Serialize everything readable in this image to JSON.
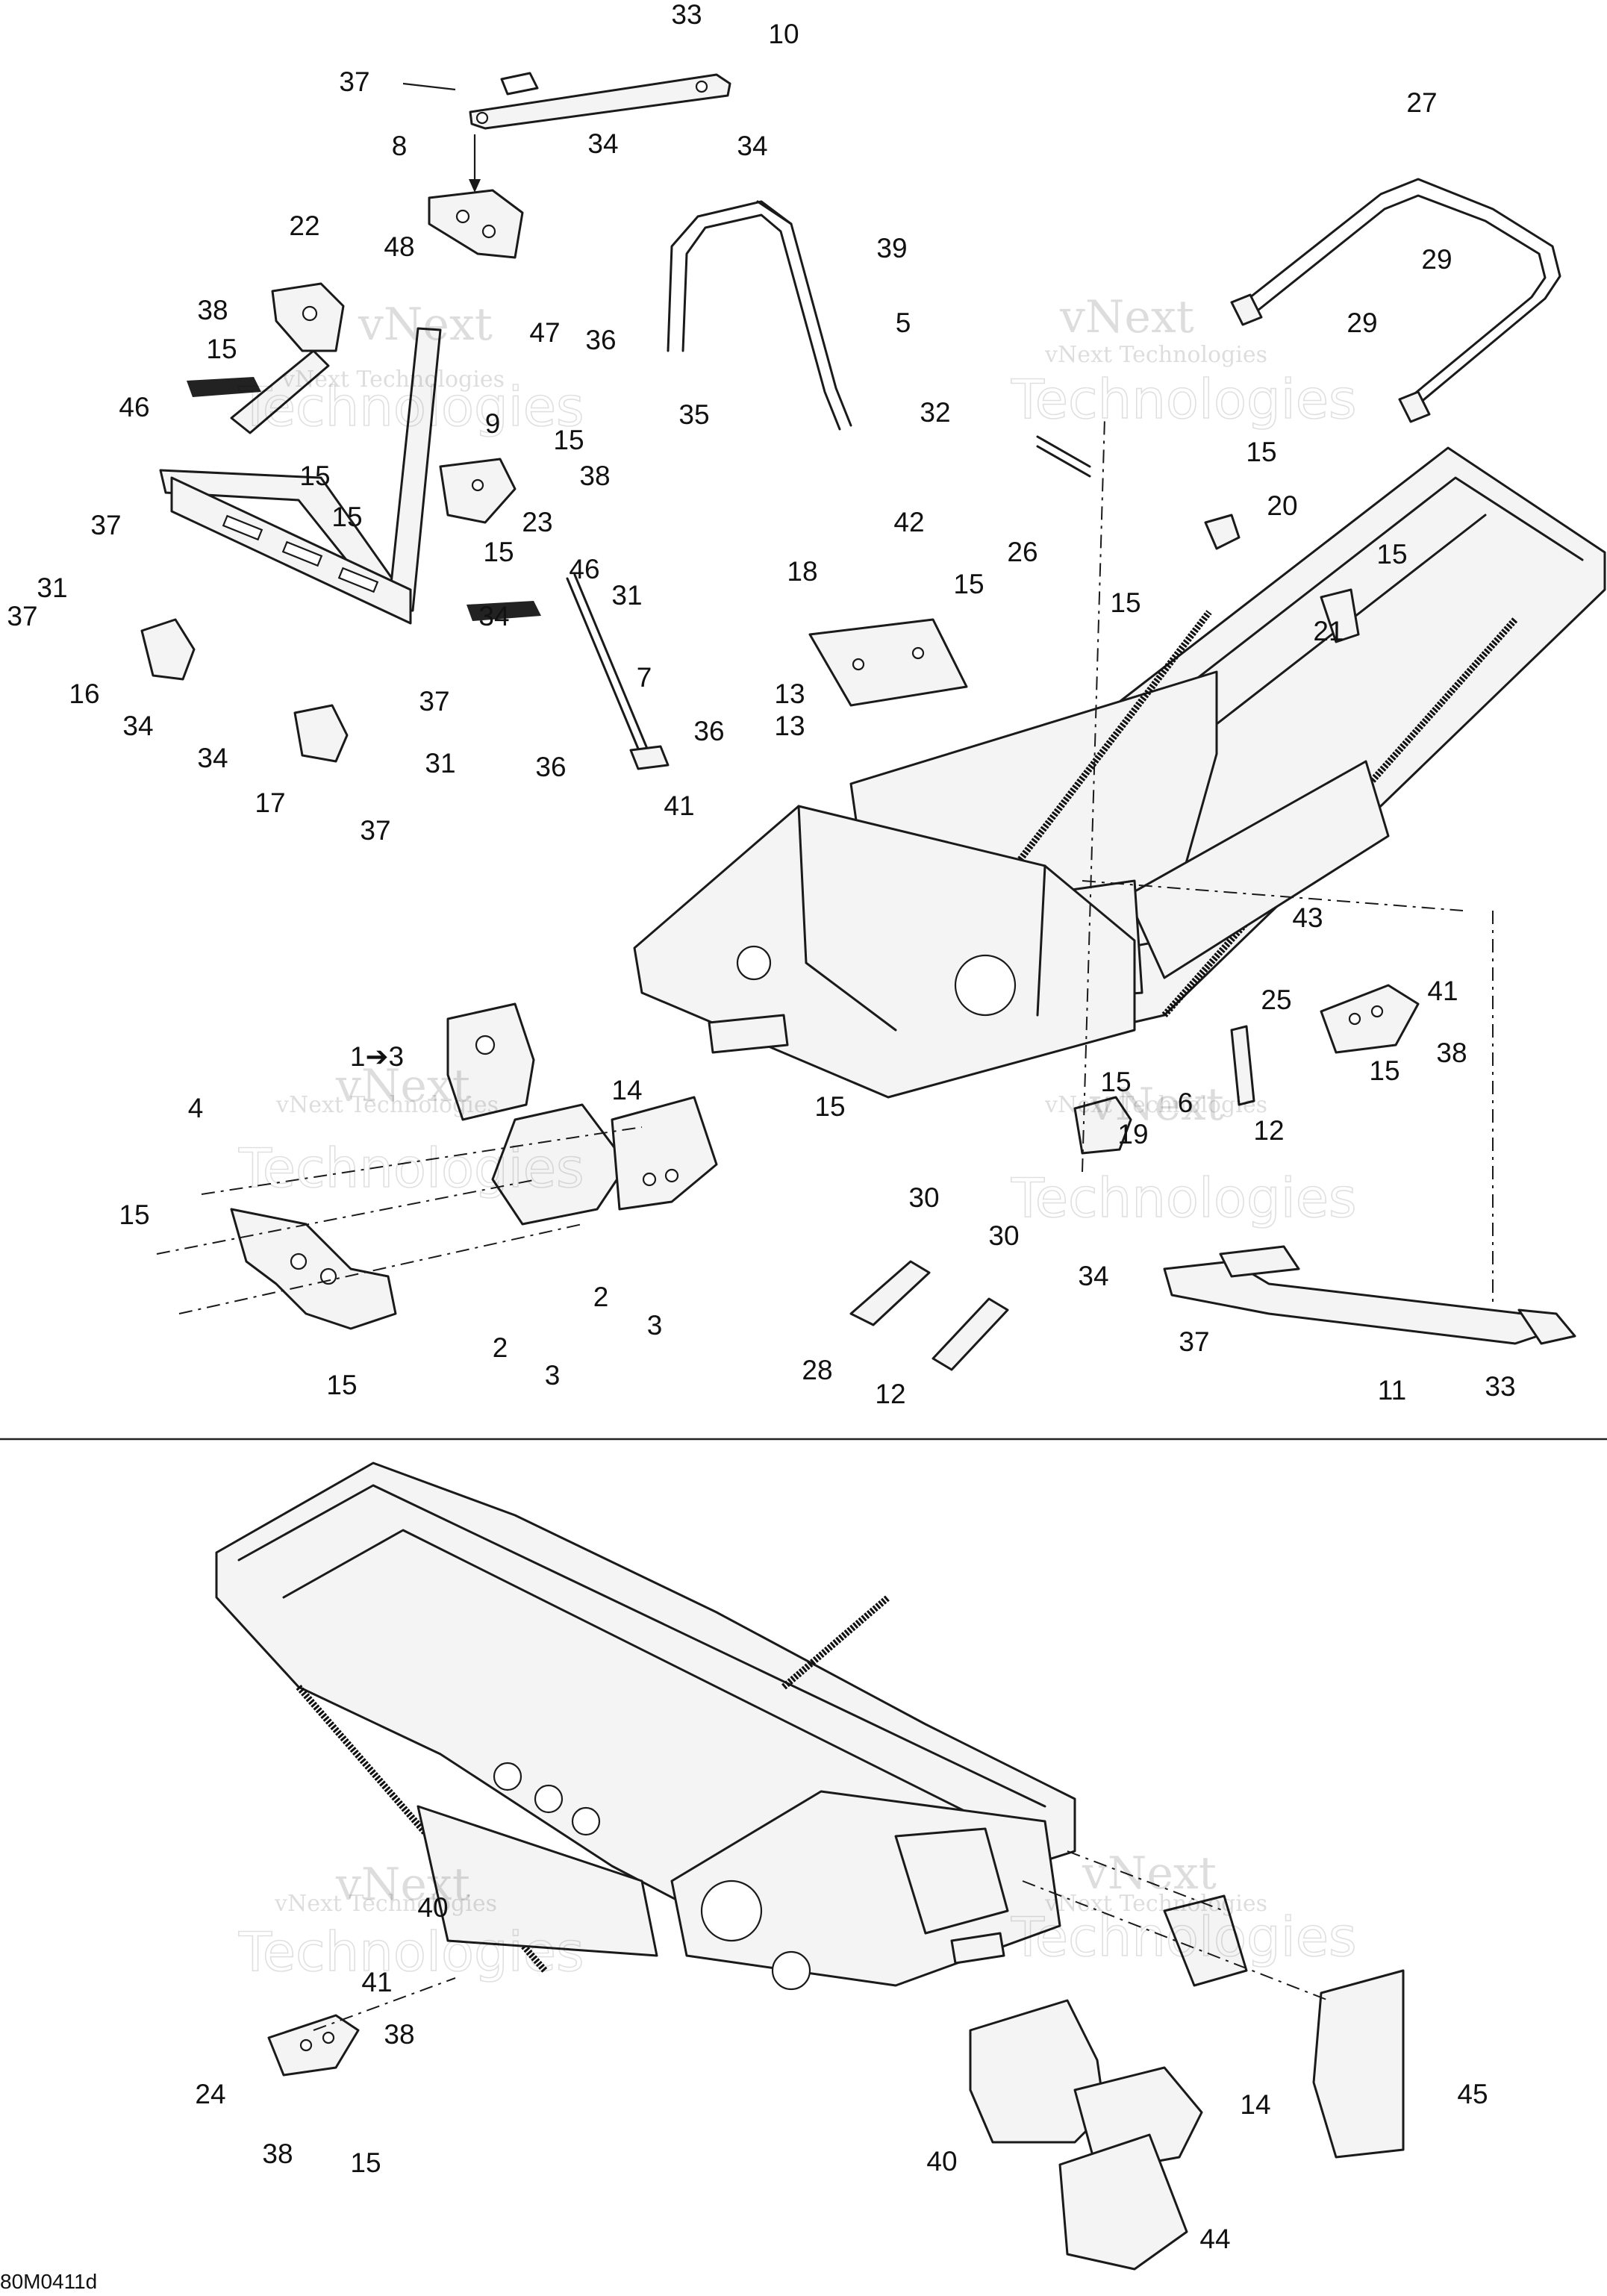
{
  "diagram": {
    "drawing_code": "80M0411d",
    "watermark": {
      "line1": "vNext",
      "line2": "vNext Technologies",
      "line3": "Technologies"
    },
    "callouts": [
      {
        "id": "c33a",
        "label": "33"
      },
      {
        "id": "c10",
        "label": "10"
      },
      {
        "id": "c37a",
        "label": "37"
      },
      {
        "id": "c34a",
        "label": "34"
      },
      {
        "id": "c8",
        "label": "8"
      },
      {
        "id": "c22",
        "label": "22"
      },
      {
        "id": "c48",
        "label": "48"
      },
      {
        "id": "c38a",
        "label": "38"
      },
      {
        "id": "c15a",
        "label": "15"
      },
      {
        "id": "c47",
        "label": "47"
      },
      {
        "id": "c46a",
        "label": "46"
      },
      {
        "id": "c9",
        "label": "9"
      },
      {
        "id": "c15b",
        "label": "15"
      },
      {
        "id": "c15c",
        "label": "15"
      },
      {
        "id": "c38b",
        "label": "38"
      },
      {
        "id": "c15d",
        "label": "15"
      },
      {
        "id": "c23",
        "label": "23"
      },
      {
        "id": "c15e",
        "label": "15"
      },
      {
        "id": "c37b",
        "label": "37"
      },
      {
        "id": "c31a",
        "label": "31"
      },
      {
        "id": "c46b",
        "label": "46"
      },
      {
        "id": "c37c",
        "label": "37"
      },
      {
        "id": "c16",
        "label": "16"
      },
      {
        "id": "c34b",
        "label": "34"
      },
      {
        "id": "c31b",
        "label": "31"
      },
      {
        "id": "c34c",
        "label": "34"
      },
      {
        "id": "c7",
        "label": "7"
      },
      {
        "id": "c37d",
        "label": "37"
      },
      {
        "id": "c36a",
        "label": "36"
      },
      {
        "id": "c34d",
        "label": "34"
      },
      {
        "id": "c31c",
        "label": "31"
      },
      {
        "id": "c36b",
        "label": "36"
      },
      {
        "id": "c17",
        "label": "17"
      },
      {
        "id": "c41a",
        "label": "41"
      },
      {
        "id": "c37e",
        "label": "37"
      },
      {
        "id": "c34e",
        "label": "34"
      },
      {
        "id": "c39",
        "label": "39"
      },
      {
        "id": "c5",
        "label": "5"
      },
      {
        "id": "c36c",
        "label": "36"
      },
      {
        "id": "c32",
        "label": "32"
      },
      {
        "id": "c35",
        "label": "35"
      },
      {
        "id": "c27",
        "label": "27"
      },
      {
        "id": "c29a",
        "label": "29"
      },
      {
        "id": "c29b",
        "label": "29"
      },
      {
        "id": "c15f",
        "label": "15"
      },
      {
        "id": "c20",
        "label": "20"
      },
      {
        "id": "c42",
        "label": "42"
      },
      {
        "id": "c26",
        "label": "26"
      },
      {
        "id": "c15g",
        "label": "15"
      },
      {
        "id": "c15h",
        "label": "15"
      },
      {
        "id": "c15i",
        "label": "15"
      },
      {
        "id": "c18",
        "label": "18"
      },
      {
        "id": "c21",
        "label": "21"
      },
      {
        "id": "c13a",
        "label": "13"
      },
      {
        "id": "c13b",
        "label": "13"
      },
      {
        "id": "c43",
        "label": "43"
      },
      {
        "id": "c41b",
        "label": "41"
      },
      {
        "id": "c25",
        "label": "25"
      },
      {
        "id": "c38c",
        "label": "38"
      },
      {
        "id": "c15j",
        "label": "15"
      },
      {
        "id": "c1to3",
        "label": "1➔3"
      },
      {
        "id": "c4",
        "label": "4"
      },
      {
        "id": "c14a",
        "label": "14"
      },
      {
        "id": "c15k",
        "label": "15"
      },
      {
        "id": "c15l",
        "label": "15"
      },
      {
        "id": "c15m",
        "label": "15"
      },
      {
        "id": "c6",
        "label": "6"
      },
      {
        "id": "c19",
        "label": "19"
      },
      {
        "id": "c12a",
        "label": "12"
      },
      {
        "id": "c30a",
        "label": "30"
      },
      {
        "id": "c30b",
        "label": "30"
      },
      {
        "id": "c2a",
        "label": "2"
      },
      {
        "id": "c2b",
        "label": "2"
      },
      {
        "id": "c3a",
        "label": "3"
      },
      {
        "id": "c3b",
        "label": "3"
      },
      {
        "id": "c15n",
        "label": "15"
      },
      {
        "id": "c28",
        "label": "28"
      },
      {
        "id": "c12b",
        "label": "12"
      },
      {
        "id": "c34f",
        "label": "34"
      },
      {
        "id": "c37f",
        "label": "37"
      },
      {
        "id": "c11",
        "label": "11"
      },
      {
        "id": "c33b",
        "label": "33"
      },
      {
        "id": "c41c",
        "label": "41"
      },
      {
        "id": "c38d",
        "label": "38"
      },
      {
        "id": "c24",
        "label": "24"
      },
      {
        "id": "c38e",
        "label": "38"
      },
      {
        "id": "c15o",
        "label": "15"
      },
      {
        "id": "c40a",
        "label": "40"
      },
      {
        "id": "c40b",
        "label": "40"
      },
      {
        "id": "c14b",
        "label": "14"
      },
      {
        "id": "c45",
        "label": "45"
      },
      {
        "id": "c44",
        "label": "44"
      }
    ]
  }
}
